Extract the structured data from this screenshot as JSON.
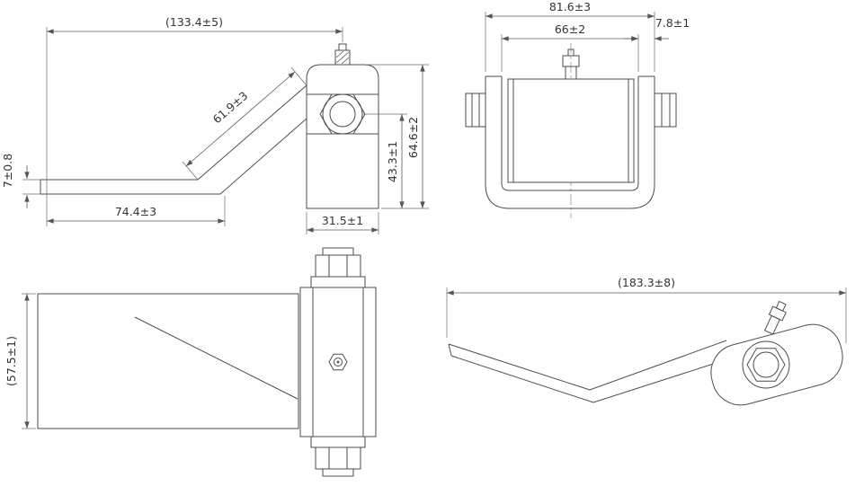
{
  "page": {
    "background_color": "#ffffff",
    "line_color": "#4d4d4d",
    "dimension_line_color": "#5a5a5a",
    "text_color": "#333333"
  },
  "views": {
    "side_view": {
      "dims": {
        "overall_length": "(133.4±5)",
        "arm_length": "61.9±3",
        "plate_thickness": "7±0.8",
        "foot_length": "74.4±3",
        "hinge_body_width": "31.5±1",
        "pin_center_to_base": "43.3±1",
        "overall_height": "64.6±2"
      }
    },
    "front_view": {
      "dims": {
        "overall_width": "81.6±3",
        "roller_width": "66±2",
        "bracket_plate_thickness": "7.8±1"
      }
    },
    "top_view": {
      "dims": {
        "plate_width": "(57.5±1)"
      }
    },
    "rotated_view": {
      "dims": {
        "overall_length": "(183.3±8)"
      }
    }
  }
}
